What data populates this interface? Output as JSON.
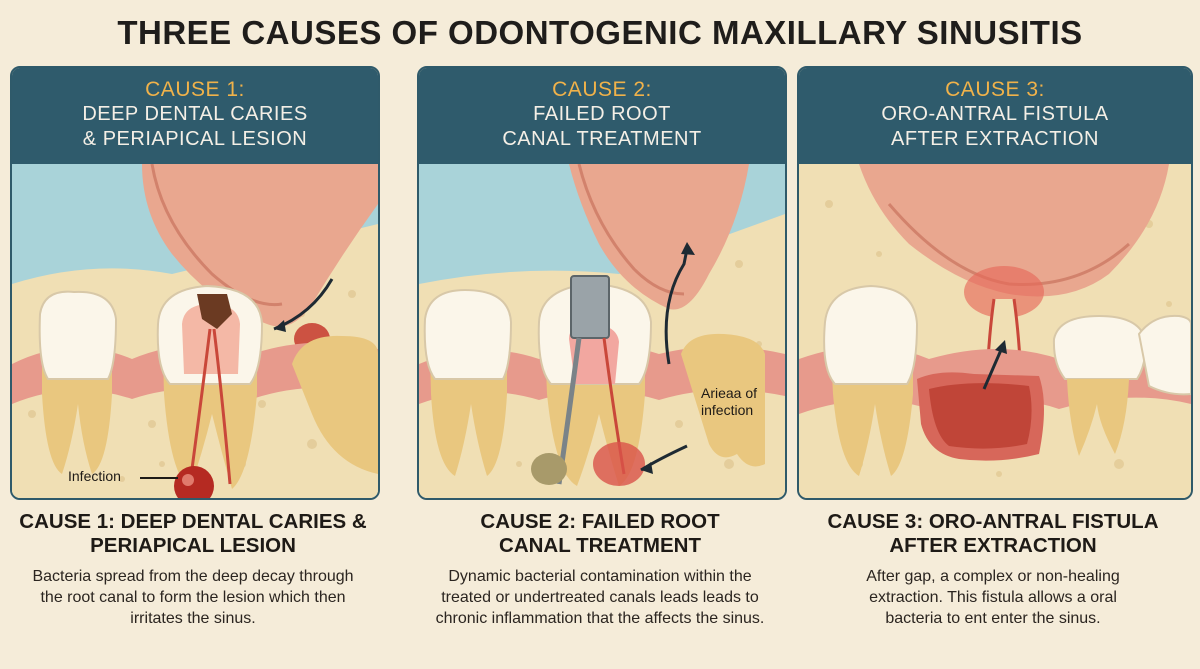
{
  "title": "THREE CAUSES OF ODONTOGENIC MAXILLARY SINUSITIS",
  "panels": [
    {
      "header_num": "CAUSE 1:",
      "header_line1": "DEEP DENTAL CARIES",
      "header_line2": "& PERIAPICAL LESION",
      "callout": "Infection",
      "caption_title": "CAUSE 1: DEEP DENTAL CARIES & PERIAPICAL LESION",
      "caption_body": "Bacteria spread from the deep decay through the root canal to form the lesion which then irritates the sinus."
    },
    {
      "header_num": "CAUSE 2:",
      "header_line1": "FAILED ROOT",
      "header_line2": "CANAL TREATMENT",
      "callout_line1": "Arieaa of",
      "callout_line2": "infection",
      "caption_title": "CAUSE 2: FAILED ROOT CANAL TREATMENT",
      "caption_body": "Dynamic bacterial contamination within the treated or undertreated canals leads leads to chronic inflammation that the affects the sinus."
    },
    {
      "header_num": "CAUSE 3:",
      "header_line1": "ORO-ANTRAL FISTULA",
      "header_line2": "AFTER EXTRACTION",
      "caption_title": "CAUSE 3: ORO-ANTRAL FISTULA AFTER EXTRACTION",
      "caption_body": "After gap, a complex or non-healing extraction. This fistula allows a oral bacteria to ent enter the sinus."
    }
  ],
  "colors": {
    "header_bg": "#2f5b6c",
    "header_accent": "#f0b24a",
    "sky": "#a9d3d9",
    "bone": "#f0dfb4",
    "gum": "#e79a8c",
    "sinus": "#e9a78f",
    "enamel": "#fbf6ea",
    "root": "#e9c77f",
    "infection": "#b52a22"
  }
}
